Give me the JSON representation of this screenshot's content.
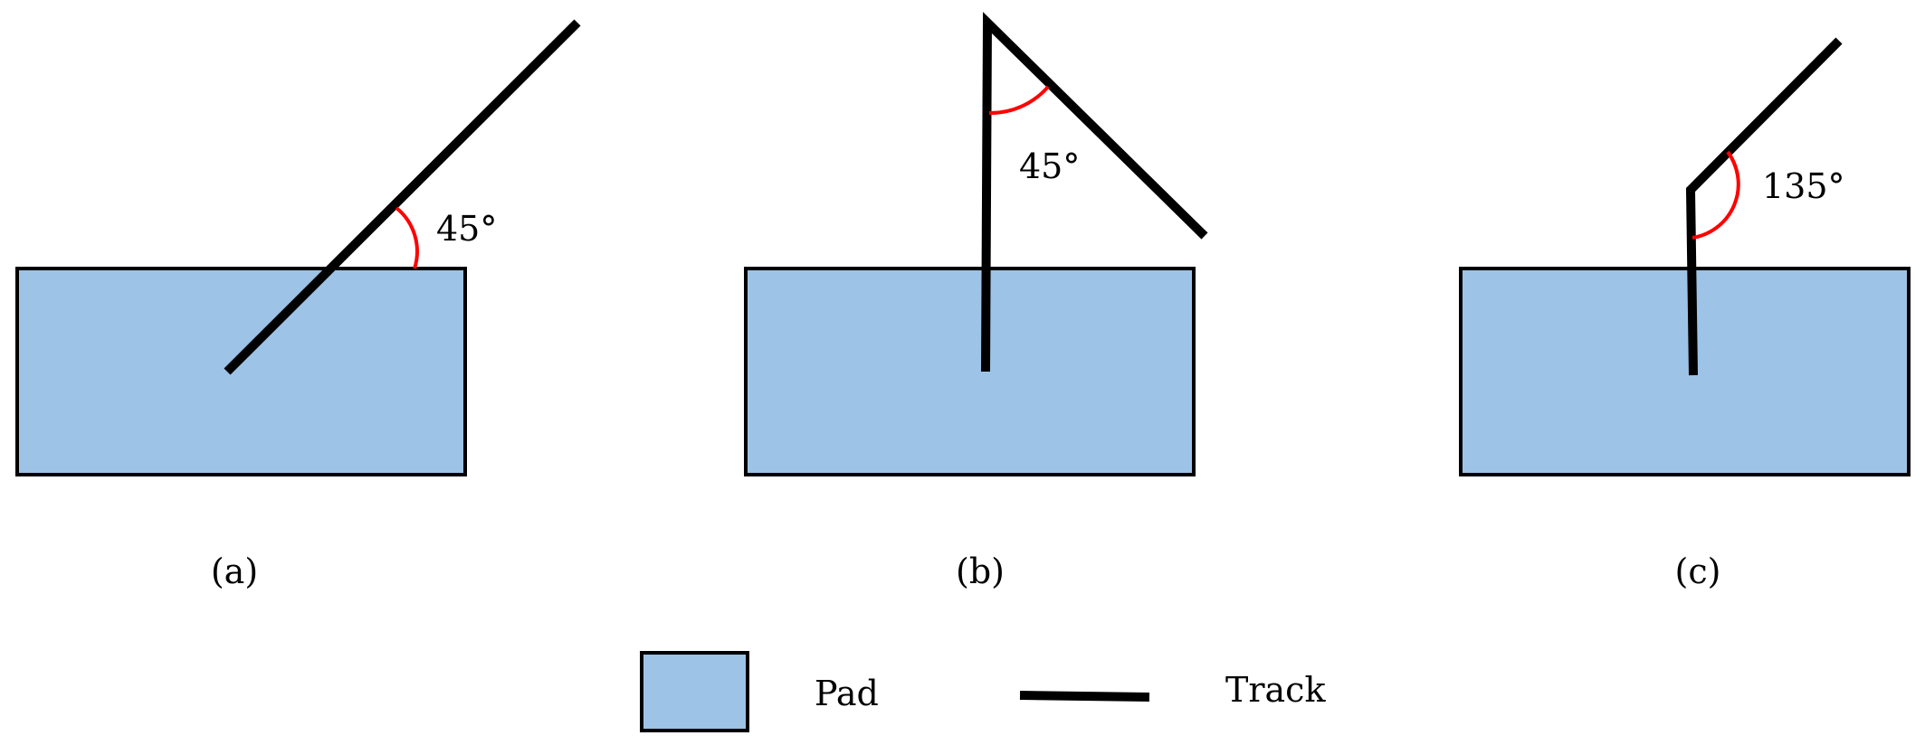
{
  "panels": [
    {
      "caption": "(a)",
      "angle_label": "45°"
    },
    {
      "caption": "(b)",
      "angle_label": "45°"
    },
    {
      "caption": "(c)",
      "angle_label": "135°"
    }
  ],
  "legend": {
    "pad_label": "Pad",
    "track_label": "Track"
  },
  "colors": {
    "pad_fill": "#9dc3e6",
    "outline": "#000000",
    "angle_arc": "#ff0000"
  }
}
